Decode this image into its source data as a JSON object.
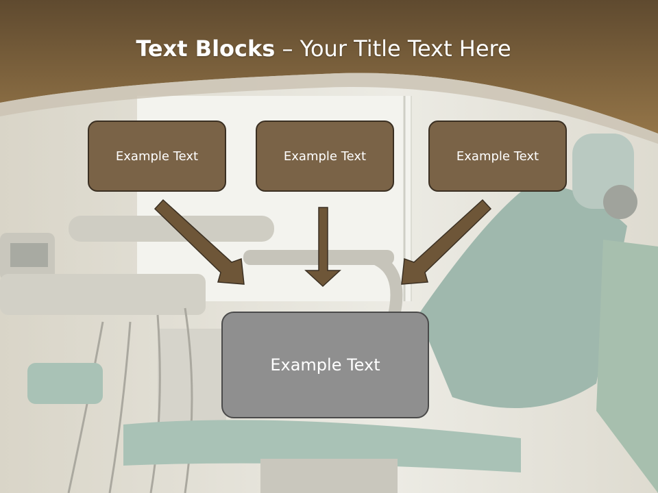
{
  "slide": {
    "title_bold": "Text Blocks",
    "title_dash": " – ",
    "title_rest": "Your Title Text Here",
    "boxes": {
      "top_left": "Example Text",
      "top_center": "Example Text",
      "top_right": "Example Text",
      "bottom": "Example Text"
    }
  },
  "colors": {
    "header_brown": "#7a5f3c",
    "box_brown": "#7a6347",
    "box_gray": "#8f8f8f",
    "arrow_brown": "#6e5638"
  },
  "icons": [
    "arrow-down-right-icon",
    "arrow-down-icon",
    "arrow-down-left-icon"
  ]
}
